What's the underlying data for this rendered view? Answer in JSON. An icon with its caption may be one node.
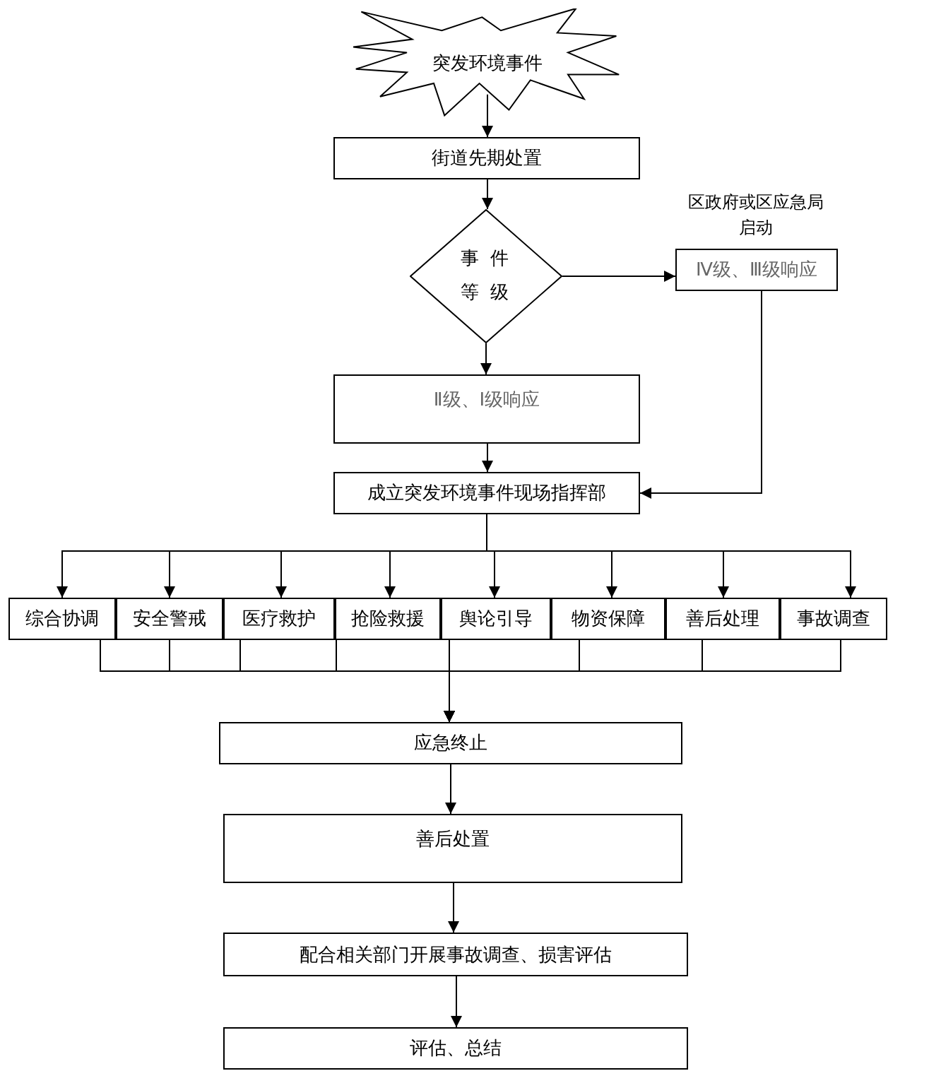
{
  "diagram": {
    "nodes": [
      {
        "text": [
          "突发环境事件"
        ]
      },
      {
        "text": [
          "街道先期处置"
        ]
      },
      {
        "text": [
          "事件等级"
        ]
      },
      {
        "text": [
          "区政府或区应急局启动",
          "Ⅳ级、Ⅲ级响应"
        ]
      },
      {
        "text": [
          "Ⅱ级、Ⅰ级响应"
        ]
      },
      {
        "text": [
          "成立突发环境事件现场指挥部"
        ]
      },
      {
        "text": [
          "综合协调"
        ]
      },
      {
        "text": [
          "安全警戒"
        ]
      },
      {
        "text": [
          "医疗救护"
        ]
      },
      {
        "text": [
          "抢险救援"
        ]
      },
      {
        "text": [
          "舆论引导"
        ]
      },
      {
        "text": [
          "物资保障"
        ]
      },
      {
        "text": [
          "善后处理"
        ]
      },
      {
        "text": [
          "事故调查"
        ]
      },
      {
        "text": [
          "应急终止"
        ]
      },
      {
        "text": [
          "善后处置"
        ]
      },
      {
        "text": [
          "配合相关部门开展事故调查、损害评估"
        ]
      },
      {
        "text": [
          "评估、总结"
        ]
      }
    ],
    "edges": [
      {
        "from": 0,
        "to": 1,
        "arrow": "to"
      },
      {
        "from": 1,
        "to": 2,
        "arrow": "to"
      },
      {
        "from": 2,
        "to": 3,
        "arrow": "to"
      },
      {
        "from": 2,
        "to": 4,
        "arrow": "to"
      },
      {
        "from": 4,
        "to": 5,
        "arrow": "to"
      },
      {
        "from": 3,
        "to": 5,
        "arrow": "to"
      },
      {
        "from": 5,
        "to": 6,
        "arrow": "to"
      },
      {
        "from": 5,
        "to": 7,
        "arrow": "to"
      },
      {
        "from": 5,
        "to": 8,
        "arrow": "to"
      },
      {
        "from": 5,
        "to": 9,
        "arrow": "to"
      },
      {
        "from": 5,
        "to": 10,
        "arrow": "to"
      },
      {
        "from": 5,
        "to": 11,
        "arrow": "to"
      },
      {
        "from": 5,
        "to": 12,
        "arrow": "to"
      },
      {
        "from": 5,
        "to": 13,
        "arrow": "to"
      },
      {
        "from": 6,
        "to": 14,
        "arrow": "to"
      },
      {
        "from": 7,
        "to": 14,
        "arrow": "to"
      },
      {
        "from": 8,
        "to": 14,
        "arrow": "to"
      },
      {
        "from": 9,
        "to": 14,
        "arrow": "to"
      },
      {
        "from": 10,
        "to": 14,
        "arrow": "to"
      },
      {
        "from": 11,
        "to": 14,
        "arrow": "to"
      },
      {
        "from": 12,
        "to": 14,
        "arrow": "to"
      },
      {
        "from": 13,
        "to": 14,
        "arrow": "to"
      },
      {
        "from": 14,
        "to": 15,
        "arrow": "to"
      },
      {
        "from": 15,
        "to": 16,
        "arrow": "to"
      },
      {
        "from": 16,
        "to": 17,
        "arrow": "to"
      }
    ]
  }
}
